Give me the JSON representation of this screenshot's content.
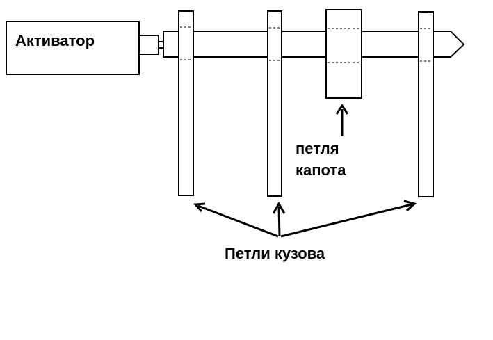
{
  "labels": {
    "actuator": "Активатор",
    "hood_hinge_line1": "петля",
    "hood_hinge_line2": "капота",
    "body_hinges": "Петли кузова"
  },
  "colors": {
    "stroke": "#000000",
    "background": "#ffffff"
  }
}
